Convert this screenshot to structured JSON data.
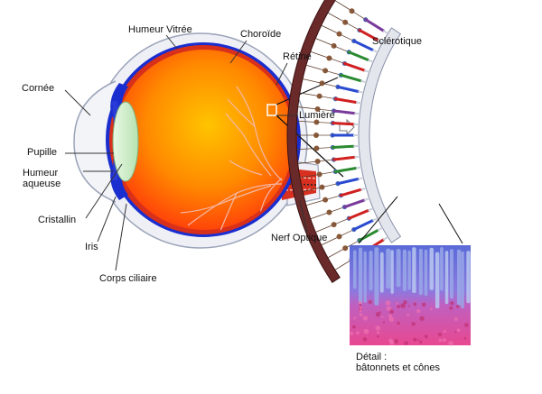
{
  "labels": {
    "humeur_vitree": "Humeur Vitrée",
    "choroide": "Choroïde",
    "retine": "Rétine",
    "sclerotique": "Sclérotique",
    "cornee": "Cornée",
    "lumiere": "Lumière",
    "pupille": "Pupille",
    "humeur_aqueuse": "Humeur aqueuse",
    "cristallin": "Cristallin",
    "nerf_optique": "Nerf Optique",
    "iris": "Iris",
    "corps_ciliaire": "Corps ciliaire",
    "detail_line1": "Détail :",
    "detail_line2": "bâtonnets et cônes"
  },
  "colors": {
    "sclera_outline": "#9aa3b8",
    "sclera_fill": "#eef0f6",
    "choroid": "#1a2ed0",
    "retina": "#e0401a",
    "vitreous_center": "#ffb000",
    "vitreous_edge": "#ff4a10",
    "lens": "#c8ecc4",
    "blood_vessel": "#f2b0a0",
    "photo_bg": "#6a5ad0",
    "photo_pink": "#e04090"
  }
}
